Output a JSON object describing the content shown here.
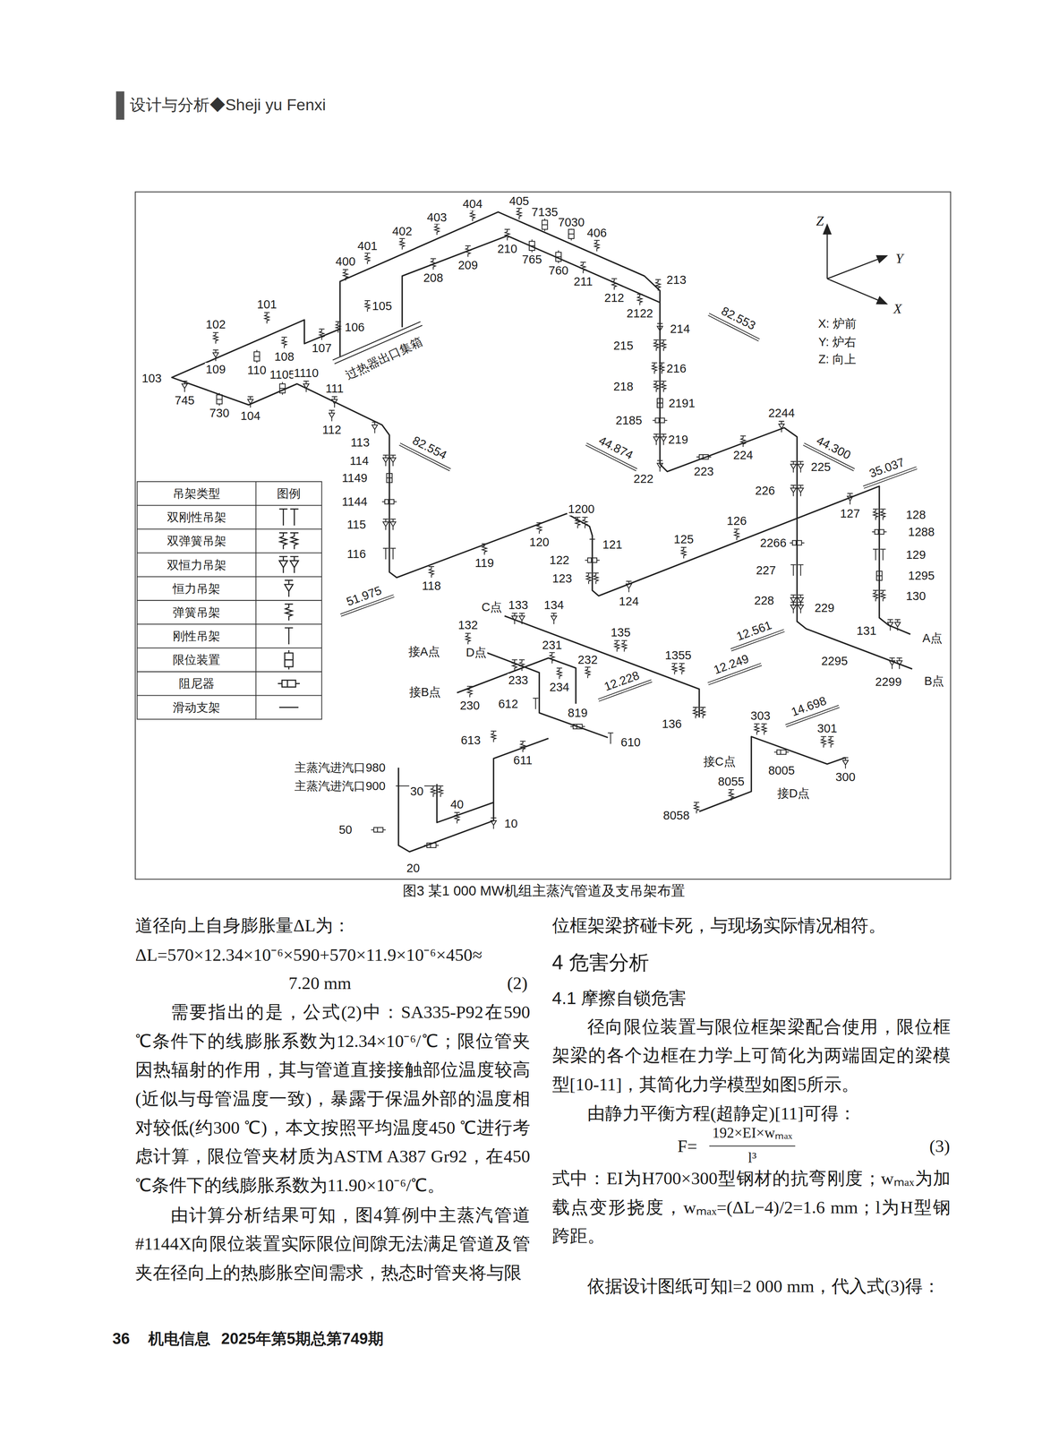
{
  "diagram": {
    "caption": "图3 某1 000 MW机组主蒸汽管道及支吊架布置",
    "labels": [
      "设计与分析◆Sheji yu Fenxi",
      "405",
      "7135",
      "404",
      "7030",
      "406",
      "403",
      "402",
      "401",
      "400",
      "210",
      "765",
      "209",
      "208",
      "760",
      "211",
      "212",
      "2122",
      "213",
      "105",
      "106",
      "101",
      "102",
      "107",
      "108",
      "109",
      "110",
      "103",
      "1105",
      "745",
      "1110",
      "111",
      "730",
      "104",
      "112",
      "113",
      "过热器出口集箱",
      "82.554",
      "82.553",
      "214",
      "215",
      "216",
      "218",
      "2191",
      "2185",
      "219",
      "44.874",
      "222",
      "223",
      "224",
      "2244",
      "44.300",
      "225",
      "226",
      "35.037",
      "127",
      "128",
      "1288",
      "129",
      "1295",
      "130",
      "131",
      "A点",
      "2266",
      "227",
      "228",
      "229",
      "12.561",
      "2295",
      "2299",
      "B点",
      "114",
      "1149",
      "1144",
      "115",
      "116",
      "51.975",
      "118",
      "119",
      "120",
      "1200",
      "121",
      "122",
      "123",
      "124",
      "125",
      "126",
      "C点",
      "133",
      "134",
      "132",
      "接A点",
      "D点",
      "135",
      "231",
      "232",
      "233",
      "12.228",
      "1355",
      "12.249",
      "234",
      "接B点",
      "230",
      "612",
      "819",
      "136",
      "610",
      "613",
      "611",
      "主蒸汽进汽口980",
      "主蒸汽进汽口900",
      "30",
      "40",
      "50",
      "10",
      "20",
      "303",
      "14.698",
      "301",
      "8005",
      "300",
      "接C点",
      "8055",
      "接D点",
      "8058",
      "Z",
      "Y",
      "X",
      "X: 炉前",
      "Y: 炉右",
      "Z: 向上",
      "吊架类型",
      "图例",
      "道径向上自身膨胀量ΔL为：",
      "ΔL=570×12.34×10⁻⁶×590+570×11.9×10⁻⁶×450≈",
      "7.20 mm",
      "(2)",
      "需要指出的是，公式(2)中：SA335-P92在590 ℃条件下的线膨胀系数为12.34×10⁻⁶/℃；限位管夹因热辐射的作用，其与管道直接接触部位温度较高(近似与母管温度一致)，暴露于保温外部的温度相对较低(约300 ℃)，本文按照平均温度450 ℃进行考虑计算，限位管夹材质为ASTM A387 Gr92，在450 ℃条件下的线膨胀系数为11.90×10⁻⁶/℃。",
      "由计算分析结果可知，图4算例中主蒸汽管道#1144X向限位装置实际限位间隙无法满足管道及管夹在径向上的热膨胀空间需求，热态时管夹将与限",
      "位框架梁挤碰卡死，与现场实际情况相符。",
      "4 危害分析",
      "4.1 摩擦自锁危害",
      "径向限位装置与限位框架梁配合使用，限位框架梁的各个边框在力学上可简化为两端固定的梁模型[10-11]，其简化力学模型如图5所示。",
      "由静力平衡方程(超静定)[11]可得：",
      "F=",
      "192×EI×wₘₐₓ",
      "l³",
      "(3)",
      "式中：EI为H700×300型钢材的抗弯刚度；wₘₐₓ为加载点变形挠度，wₘₐₓ=(ΔL−4)/2=1.6 mm；l为H型钢跨距。",
      "依据设计图纸可知l=2 000 mm，代入式(3)得：",
      "36",
      "机电信息",
      "2025年第5期总第749期"
    ],
    "legend": [
      {
        "text": "双刚性吊架"
      },
      {
        "text": "双弹簧吊架"
      },
      {
        "text": "双恒力吊架"
      },
      {
        "text": "恒力吊架"
      },
      {
        "text": "弹簧吊架"
      },
      {
        "text": "刚性吊架"
      },
      {
        "text": "限位装置"
      },
      {
        "text": "阻尼器"
      },
      {
        "text": "滑动支架"
      }
    ]
  }
}
